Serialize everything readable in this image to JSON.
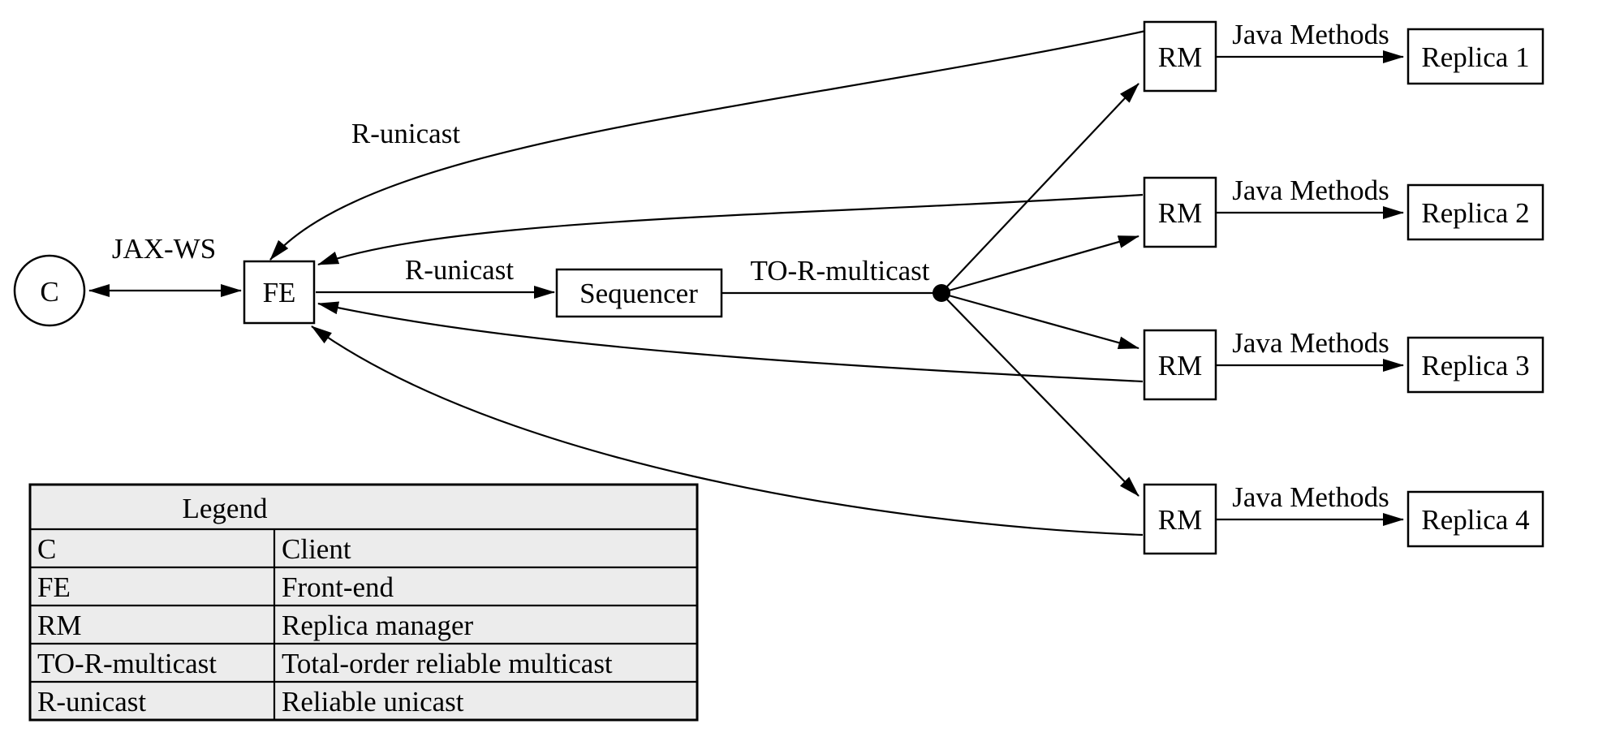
{
  "diagram": {
    "nodes": {
      "client": {
        "label": "C"
      },
      "frontend": {
        "label": "FE"
      },
      "sequencer": {
        "label": "Sequencer"
      },
      "rm": {
        "label": "RM"
      },
      "replicas": [
        "Replica 1",
        "Replica 2",
        "Replica 3",
        "Replica 4"
      ]
    },
    "edge_labels": {
      "jaxws": "JAX-WS",
      "r_unicast_return": "R-unicast",
      "r_unicast_forward": "R-unicast",
      "to_r_multicast": "TO-R-multicast",
      "java_methods": "Java Methods"
    },
    "colors": {
      "stroke": "#000000",
      "background": "#ffffff",
      "legend_background": "#ececec"
    }
  },
  "legend": {
    "title": "Legend",
    "rows": [
      {
        "key": "C",
        "value": "Client"
      },
      {
        "key": "FE",
        "value": "Front-end"
      },
      {
        "key": "RM",
        "value": "Replica manager"
      },
      {
        "key": "TO-R-multicast",
        "value": "Total-order reliable multicast"
      },
      {
        "key": "R-unicast",
        "value": "Reliable unicast"
      }
    ]
  }
}
